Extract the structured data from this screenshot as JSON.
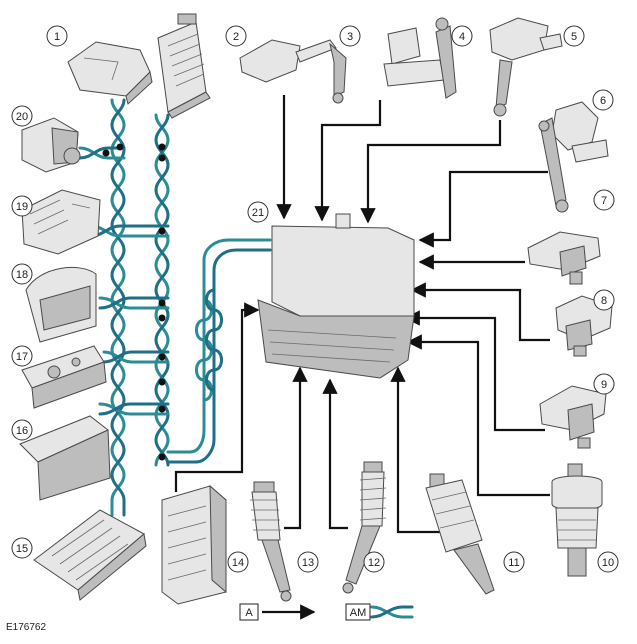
{
  "diagram": {
    "reference": "E176762",
    "callouts": [
      "1",
      "2",
      "3",
      "4",
      "5",
      "6",
      "7",
      "8",
      "9",
      "10",
      "11",
      "12",
      "13",
      "14",
      "15",
      "16",
      "17",
      "18",
      "19",
      "20",
      "21"
    ]
  },
  "legend": {
    "hardwired_code": "A",
    "network_code": "AM"
  },
  "colors": {
    "can_primary": "#2b8c95",
    "can_secondary": "#1f6f86",
    "hardwired": "#111111"
  }
}
